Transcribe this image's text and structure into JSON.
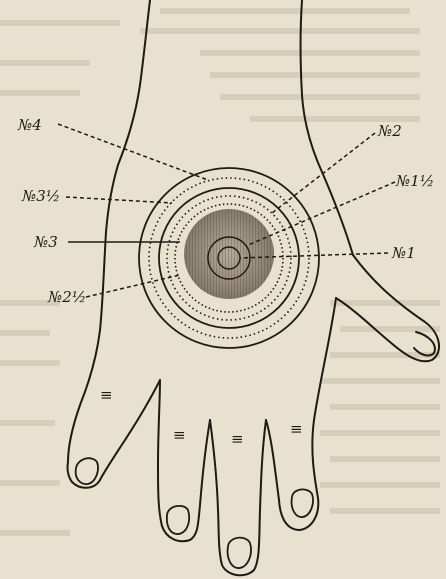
{
  "figure": {
    "labels": [
      {
        "id": "n4",
        "text": "№4"
      },
      {
        "id": "n2",
        "text": "№2"
      },
      {
        "id": "n3half",
        "text": "№3½"
      },
      {
        "id": "n1half",
        "text": "№1½"
      },
      {
        "id": "n3",
        "text": "№3"
      },
      {
        "id": "n1",
        "text": "№1"
      },
      {
        "id": "n2half",
        "text": "№2½"
      }
    ],
    "finger_marks": [
      "≡",
      "≡",
      "≡",
      "≡"
    ]
  },
  "colors": {
    "paper": "#e9e1cf",
    "ink": "#1e1a14",
    "bleed_text": "#b9af9a",
    "lesion_fill": "#9a8f7e"
  }
}
